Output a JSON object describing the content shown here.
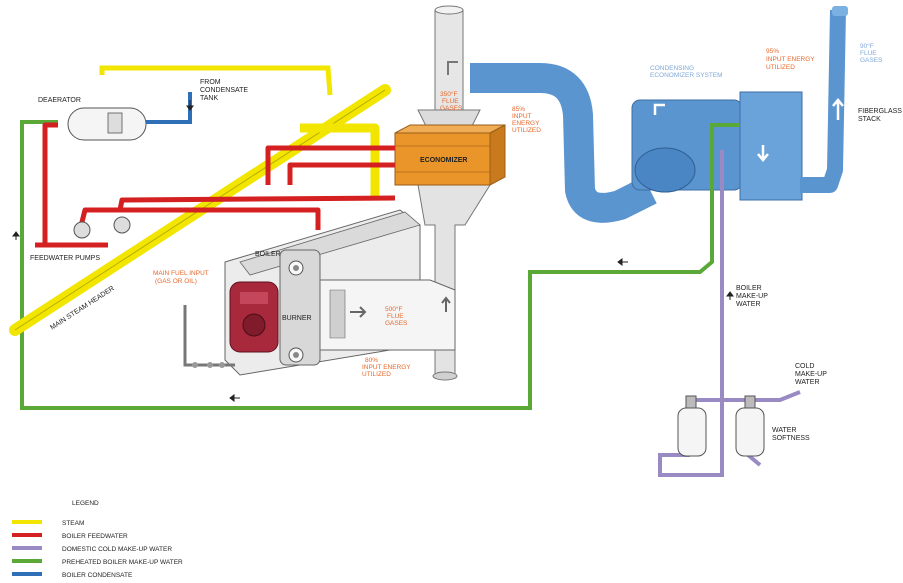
{
  "colors": {
    "steam": "#f2e600",
    "boiler_feedwater": "#d42020",
    "domestic_cold_makeup": "#9a8ac4",
    "preheated_makeup": "#5aa838",
    "boiler_condensate": "#2f6fb8",
    "flue_duct": "#5b95d0",
    "economizer": "#e9952a",
    "burner": "#a8283c"
  },
  "labels": {
    "deaerator": "DEAERATOR",
    "from_condensate_1": "FROM",
    "from_condensate_2": "CONDENSATE",
    "from_condensate_3": "TANK",
    "feedwater_pumps": "FEEDWATER PUMPS",
    "main_steam_header": "MAIN STEAM HEADER",
    "boiler": "BOILER",
    "burner": "BURNER",
    "economizer": "ECONOMIZER",
    "main_fuel_1": "MAIN FUEL INPUT",
    "main_fuel_2": "(GAS OR OIL)",
    "stack_flue_1": "350°F",
    "stack_flue_2": "FLUE",
    "stack_flue_3": "GASES",
    "econ_energy_1": "85%",
    "econ_energy_2": "INPUT",
    "econ_energy_3": "ENERGY",
    "econ_energy_4": "UTILIZED",
    "boiler_flue_1": "500°F",
    "boiler_flue_2": "FLUE",
    "boiler_flue_3": "GASES",
    "boiler_energy_1": "80%",
    "boiler_energy_2": "INPUT ENERGY",
    "boiler_energy_3": "UTILIZED",
    "condensing_1": "CONDENSING",
    "condensing_2": "ECONOMIZER SYSTEM",
    "cond_energy_1": "95%",
    "cond_energy_2": "INPUT ENERGY",
    "cond_energy_3": "UTILIZED",
    "stack_gases_1": "90°F",
    "stack_gases_2": "FLUE",
    "stack_gases_3": "GASES",
    "fiberglass_1": "FIBERGLASS",
    "fiberglass_2": "STACK",
    "makeup_1": "BOILER",
    "makeup_2": "MAKE-UP",
    "makeup_3": "WATER",
    "cold_1": "COLD",
    "cold_2": "MAKE-UP",
    "cold_3": "WATER",
    "soft_1": "WATER",
    "soft_2": "SOFTNESS"
  },
  "legend": {
    "title": "LEGEND",
    "items": [
      {
        "label": "STEAM",
        "color": "#f2e600"
      },
      {
        "label": "BOILER FEEDWATER",
        "color": "#d42020"
      },
      {
        "label": "DOMESTIC COLD MAKE-UP WATER",
        "color": "#9a8ac4"
      },
      {
        "label": "PREHEATED BOILER MAKE-UP WATER",
        "color": "#5aa838"
      },
      {
        "label": "BOILER CONDENSATE",
        "color": "#2f6fb8"
      }
    ]
  }
}
